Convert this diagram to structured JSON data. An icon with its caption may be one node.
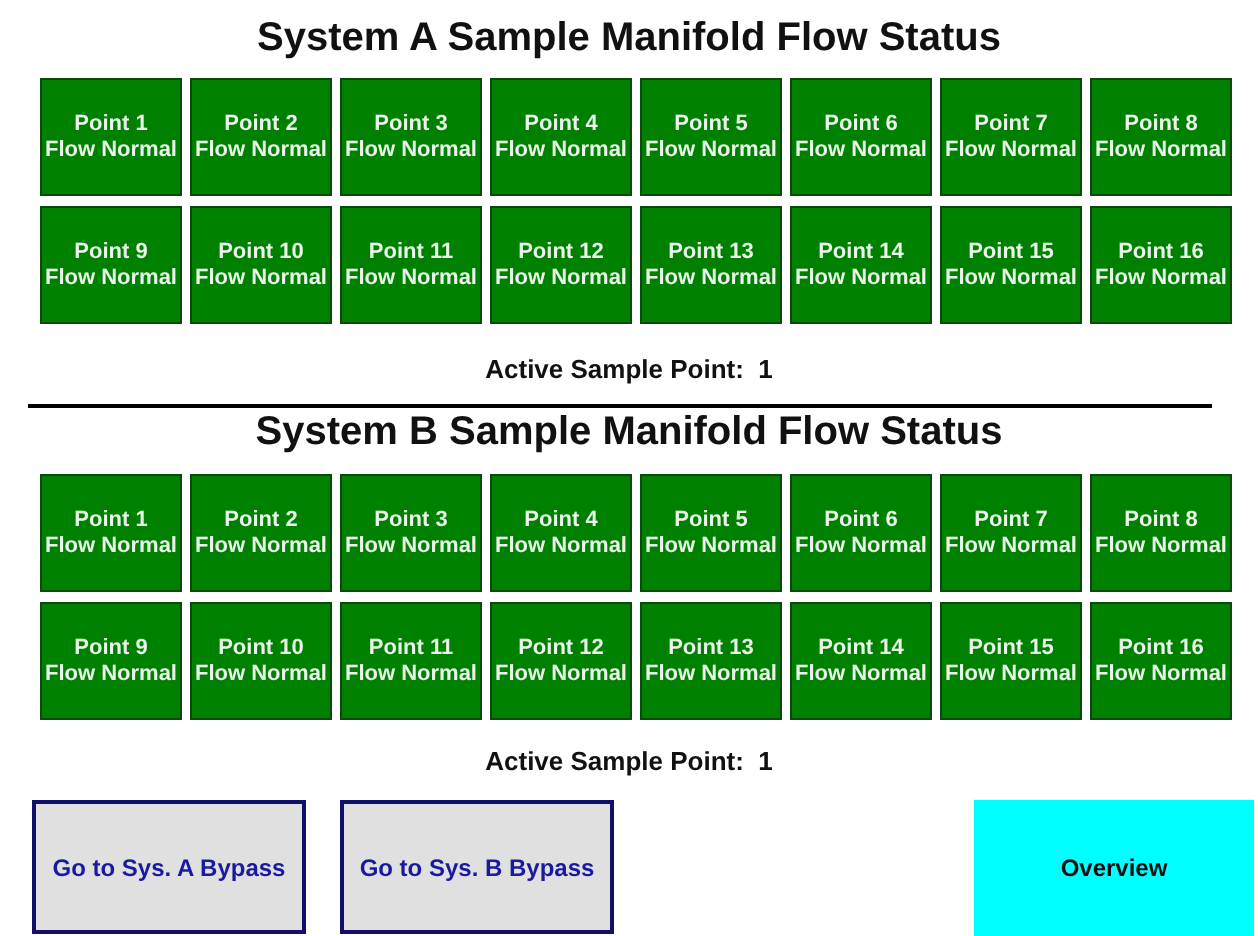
{
  "diagram": {
    "nodes": [
      {
        "text": [
          "Point 1",
          "Flow Normal"
        ]
      },
      {
        "text": [
          "Point 2",
          "Flow Normal"
        ]
      },
      {
        "text": [
          "Point 3",
          "Flow Normal"
        ]
      },
      {
        "text": [
          "Point 4",
          "Flow Normal"
        ]
      },
      {
        "text": [
          "Point 5",
          "Flow Normal"
        ]
      },
      {
        "text": [
          "Point 6",
          "Flow Normal"
        ]
      },
      {
        "text": [
          "Point 7",
          "Flow Normal"
        ]
      },
      {
        "text": [
          "Point 8",
          "Flow Normal"
        ]
      },
      {
        "text": [
          "Point 9",
          "Flow Normal"
        ]
      },
      {
        "text": [
          "Point 10",
          "Flow Normal"
        ]
      },
      {
        "text": [
          "Point 11",
          "Flow Normal"
        ]
      },
      {
        "text": [
          "Point 12",
          "Flow Normal"
        ]
      },
      {
        "text": [
          "Point 13",
          "Flow Normal"
        ]
      },
      {
        "text": [
          "Point 14",
          "Flow Normal"
        ]
      },
      {
        "text": [
          "Point 15",
          "Flow Normal"
        ]
      },
      {
        "text": [
          "Point 16",
          "Flow Normal"
        ]
      },
      {
        "text": [
          "Point 1",
          "Flow Normal"
        ]
      },
      {
        "text": [
          "Point 2",
          "Flow Normal"
        ]
      },
      {
        "text": [
          "Point 3",
          "Flow Normal"
        ]
      },
      {
        "text": [
          "Point 4",
          "Flow Normal"
        ]
      },
      {
        "text": [
          "Point 5",
          "Flow Normal"
        ]
      },
      {
        "text": [
          "Point 6",
          "Flow Normal"
        ]
      },
      {
        "text": [
          "Point 7",
          "Flow Normal"
        ]
      },
      {
        "text": [
          "Point 8",
          "Flow Normal"
        ]
      },
      {
        "text": [
          "Point 9",
          "Flow Normal"
        ]
      },
      {
        "text": [
          "Point 10",
          "Flow Normal"
        ]
      },
      {
        "text": [
          "Point 11",
          "Flow Normal"
        ]
      },
      {
        "text": [
          "Point 12",
          "Flow Normal"
        ]
      },
      {
        "text": [
          "Point 13",
          "Flow Normal"
        ]
      },
      {
        "text": [
          "Point 14",
          "Flow Normal"
        ]
      },
      {
        "text": [
          "Point 15",
          "Flow Normal"
        ]
      },
      {
        "text": [
          "Point 16",
          "Flow Normal"
        ]
      },
      {
        "text": [
          "Go to Sys. A Bypass"
        ]
      },
      {
        "text": [
          "Go to Sys. B Bypass"
        ]
      },
      {
        "text": [
          "Overview"
        ]
      }
    ],
    "labels": [
      "System A Sample Manifold Flow Status",
      "Active Sample Point:  1",
      "System B Sample Manifold Flow Status",
      "Active Sample Point:  1"
    ]
  }
}
